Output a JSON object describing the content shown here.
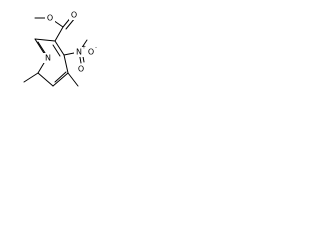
{
  "molecule": {
    "atoms": {
      "ester_o_methyl": "O",
      "carbonyl_o": "O",
      "ring_n": "N",
      "nitro_n": "N",
      "nitro_o_right": "O",
      "nitro_o_down": "O",
      "nitro_n_charge": "+",
      "nitro_o_charge": "-"
    }
  }
}
